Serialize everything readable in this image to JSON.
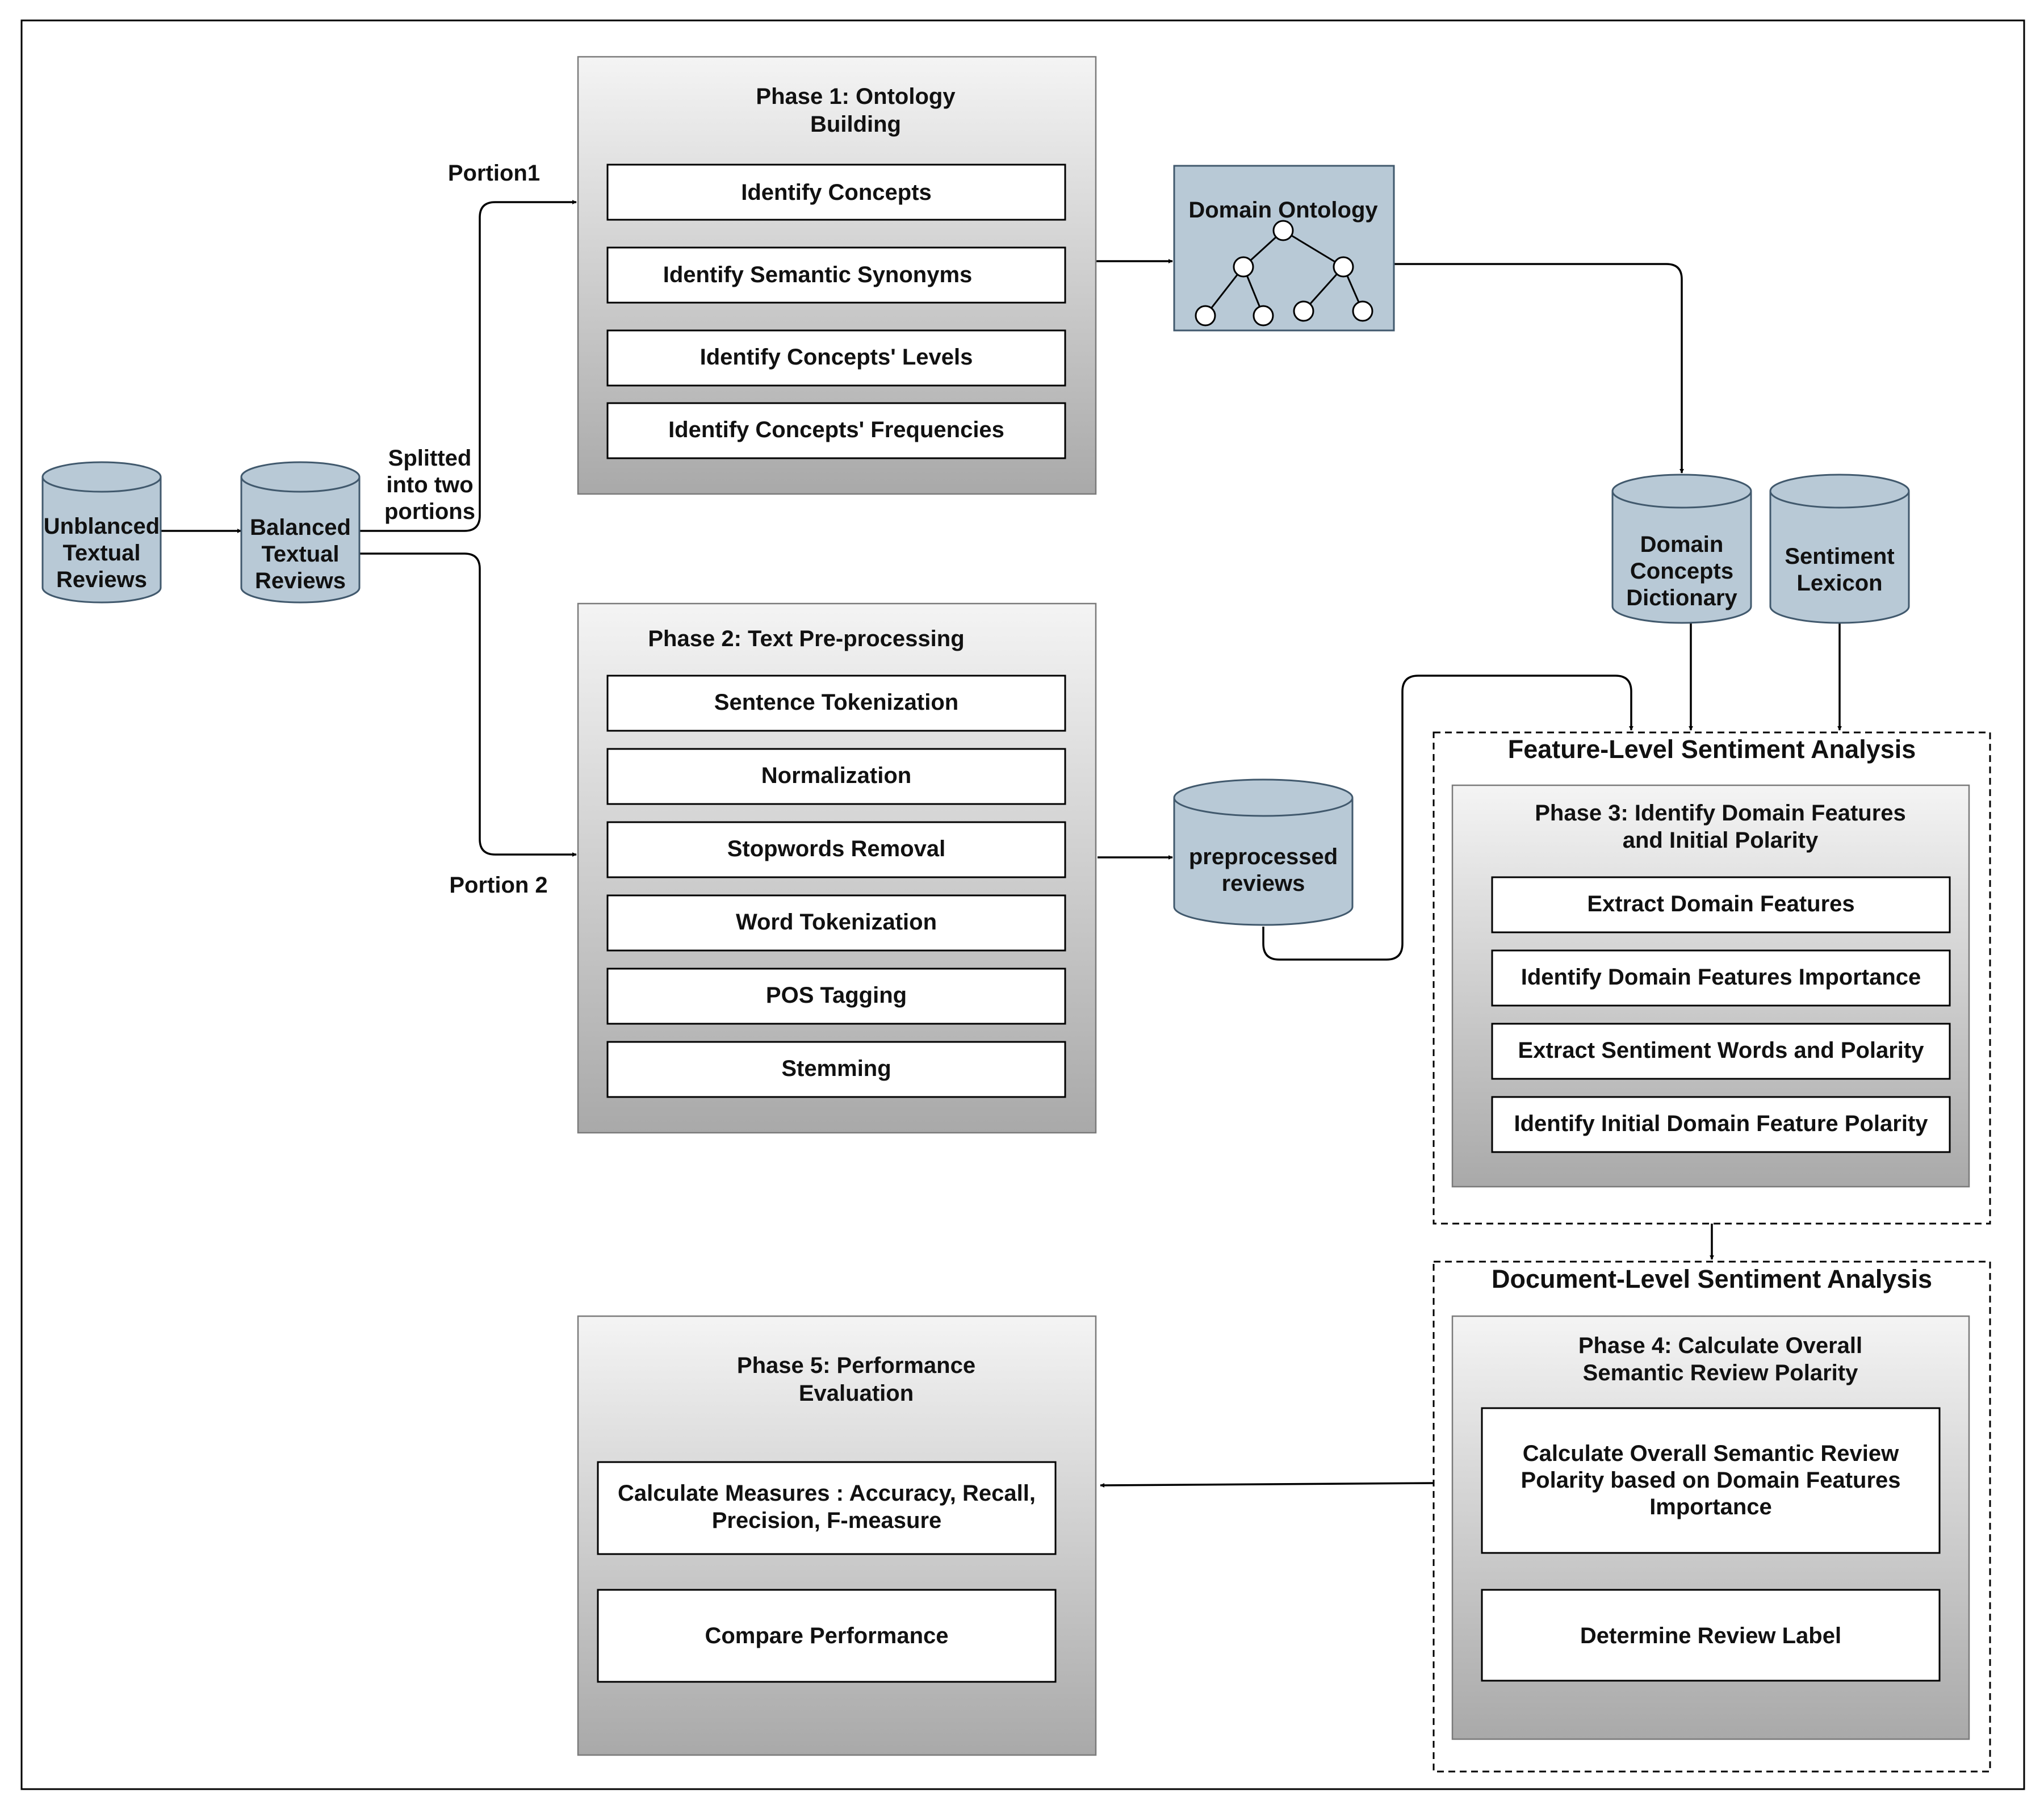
{
  "stores": {
    "unbalanced": [
      "Unblanced",
      "Textual",
      "Reviews"
    ],
    "balanced": [
      "Balanced",
      "Textual",
      "Reviews"
    ],
    "domain_concepts": [
      "Domain",
      "Concepts",
      "Dictionary"
    ],
    "sentiment_lexicon": [
      "Sentiment",
      "Lexicon"
    ],
    "preprocessed": [
      "preprocessed",
      "reviews"
    ]
  },
  "edges": {
    "split": [
      "Splitted",
      "into two",
      "portions"
    ],
    "portion1": "Portion1",
    "portion2": "Portion 2"
  },
  "ontology": {
    "label": "Domain Ontology"
  },
  "phase1": {
    "title": [
      "Phase 1: Ontology",
      "Building"
    ],
    "steps": [
      "Identify Concepts",
      "Identify Semantic Synonyms",
      "Identify Concepts' Levels",
      "Identify Concepts' Frequencies"
    ]
  },
  "phase2": {
    "title": [
      "Phase 2: Text Pre-processing"
    ],
    "steps": [
      "Sentence Tokenization",
      "Normalization",
      "Stopwords Removal",
      "Word Tokenization",
      "POS Tagging",
      "Stemming"
    ]
  },
  "feature_level": {
    "title": "Feature-Level Sentiment Analysis",
    "phase3": {
      "title": [
        "Phase 3: Identify Domain Features",
        "and Initial Polarity"
      ],
      "steps": [
        "Extract Domain Features",
        "Identify Domain Features Importance",
        "Extract Sentiment Words and Polarity",
        "Identify Initial Domain Feature Polarity"
      ]
    }
  },
  "document_level": {
    "title": "Document-Level Sentiment Analysis",
    "phase4": {
      "title": [
        "Phase 4: Calculate Overall",
        "Semantic Review Polarity"
      ],
      "steps": [
        [
          "Calculate Overall Semantic Review",
          "Polarity based on Domain Features",
          "Importance"
        ],
        [
          "Determine Review Label"
        ]
      ]
    }
  },
  "phase5": {
    "title": [
      "Phase 5: Performance",
      "Evaluation"
    ],
    "steps": [
      [
        "Calculate Measures : Accuracy, Recall,",
        "Precision, F-measure"
      ],
      [
        "Compare Performance"
      ]
    ]
  },
  "colors": {
    "cylinder": "#b8c9d6",
    "cylinder_stroke": "#41596d",
    "phase_top": "#f4f4f4",
    "phase_bottom": "#a9a9a9"
  }
}
